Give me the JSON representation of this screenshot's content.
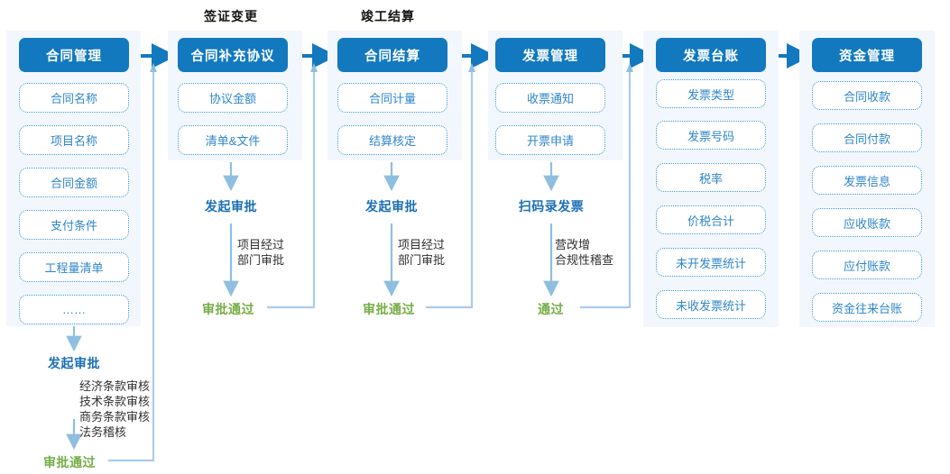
{
  "diagram": {
    "title_captions": [
      {
        "id": "caption-qianzheng",
        "text": "签证变更"
      },
      {
        "id": "caption-junggong",
        "text": "竣工结算"
      }
    ],
    "columns": [
      {
        "id": "contract-management",
        "header": "合同管理",
        "items": [
          "合同名称",
          "项目名称",
          "合同金额",
          "支付条件",
          "工程量清单",
          "……"
        ],
        "flow": {
          "start_label": "发起审批",
          "note": "经济条款审核\n技术条款审核\n商务条款审核\n法务稽核",
          "pass_label": "审批通过"
        }
      },
      {
        "id": "contract-supplement-agreement",
        "header": "合同补充协议",
        "items": [
          "协议金额",
          "清单&文件"
        ],
        "flow": {
          "start_label": "发起审批",
          "note": "项目经过\n部门审批",
          "pass_label": "审批通过"
        }
      },
      {
        "id": "contract-settlement",
        "header": "合同结算",
        "items": [
          "合同计量",
          "结算核定"
        ],
        "flow": {
          "start_label": "发起审批",
          "note": "项目经过\n部门审批",
          "pass_label": "审批通过"
        }
      },
      {
        "id": "invoice-management",
        "header": "发票管理",
        "items": [
          "收票通知",
          "开票申请"
        ],
        "flow": {
          "start_label": "扫码录发票",
          "note": "营改增\n合规性稽查",
          "pass_label": "通过"
        }
      },
      {
        "id": "invoice-ledger",
        "header": "发票台账",
        "items": [
          "发票类型",
          "发票号码",
          "税率",
          "价税合计",
          "未开发票统计",
          "未收发票统计"
        ],
        "flow": null
      },
      {
        "id": "fund-management",
        "header": "资金管理",
        "items": [
          "合同收款",
          "合同付款",
          "发票信息",
          "应收账款",
          "应付账款",
          "资金往来台账"
        ],
        "flow": null
      }
    ],
    "colors": {
      "header_blue": "#1279bf",
      "panel_bg": "#f2f7fd",
      "item_text": "#2f86c9",
      "item_border": "#3d9ad8",
      "flow_title": "#1b6fb5",
      "pass_green": "#74ad46",
      "arrow_blue": "#1279bf",
      "thin_arrow_blue": "#8fbfe0"
    }
  }
}
